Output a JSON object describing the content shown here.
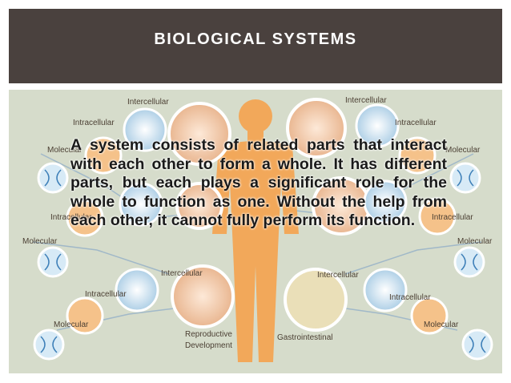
{
  "slide": {
    "title": "BIOLOGICAL SYSTEMS",
    "paragraph": "A system consists of related parts that interact with each other to form a whole. It has different parts, but each plays a significant role for the whole to function as one. Without the help from each other, it cannot fully perform its function."
  },
  "diagram": {
    "labels": {
      "intercellular_top_left": "Intercellular",
      "intercellular_top_right": "Intercellular",
      "intracellular_left_1": "Intracellular",
      "intracellular_right_1": "Intracellular",
      "molecular_left_1": "Molecular",
      "molecular_right_1": "Molecular",
      "intracellular_left_2": "Intracellular",
      "intracellular_right_2": "Intracellular",
      "molecular_left_2": "Molecular",
      "molecular_right_2": "Molecular",
      "intercellular_bottom_left": "Intercellular",
      "intercellular_bottom_right": "Intercellular",
      "intracellular_left_3": "Intracellular",
      "intracellular_right_3": "Intracellular",
      "molecular_left_3": "Molecular",
      "molecular_right_3": "Molecular",
      "reproductive_line1": "Reproductive",
      "reproductive_line2": "Development",
      "gastrointestinal": "Gastrointestinal"
    }
  },
  "colors": {
    "title_bar": "#4a413e",
    "content_background": "#d6dccb",
    "body_figure": "#f2a85a"
  }
}
